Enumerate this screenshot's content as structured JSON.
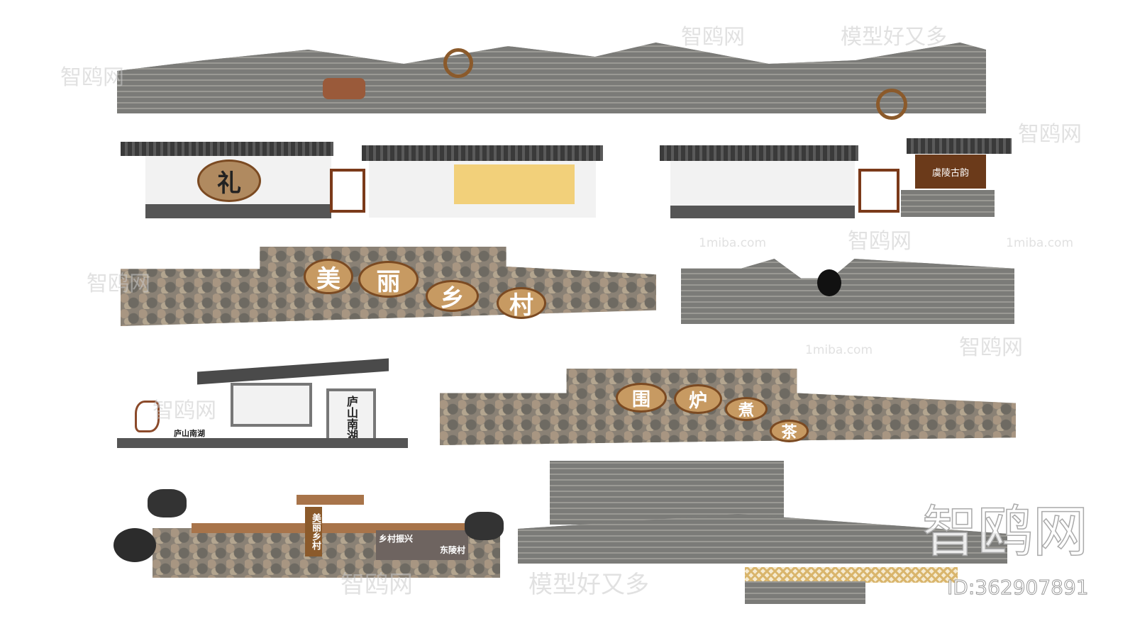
{
  "scene": {
    "wall_1": {
      "label": ""
    },
    "wall_2": {
      "li_char": "礼",
      "sign_text": "虞陵古韵"
    },
    "wall_3": {
      "chars": [
        "美",
        "丽",
        "乡",
        "村"
      ]
    },
    "wall_5": {
      "title": "庐山南湖",
      "small_label": "庐山南湖"
    },
    "wall_6": {
      "chars": [
        "围",
        "炉",
        "煮",
        "茶"
      ]
    },
    "wall_7": {
      "vertical": "美丽乡村",
      "slogan_1": "乡村振兴",
      "slogan_2": "东陵村"
    }
  },
  "watermarks": {
    "brand": "智鸥网",
    "slogan": "模型好又多",
    "site": "1miba.com",
    "id": "ID:362907891"
  },
  "colors": {
    "stone": "#888888",
    "roof": "#3a3a3a",
    "wood": "#8b5a2b",
    "disc": "#c79a62"
  }
}
